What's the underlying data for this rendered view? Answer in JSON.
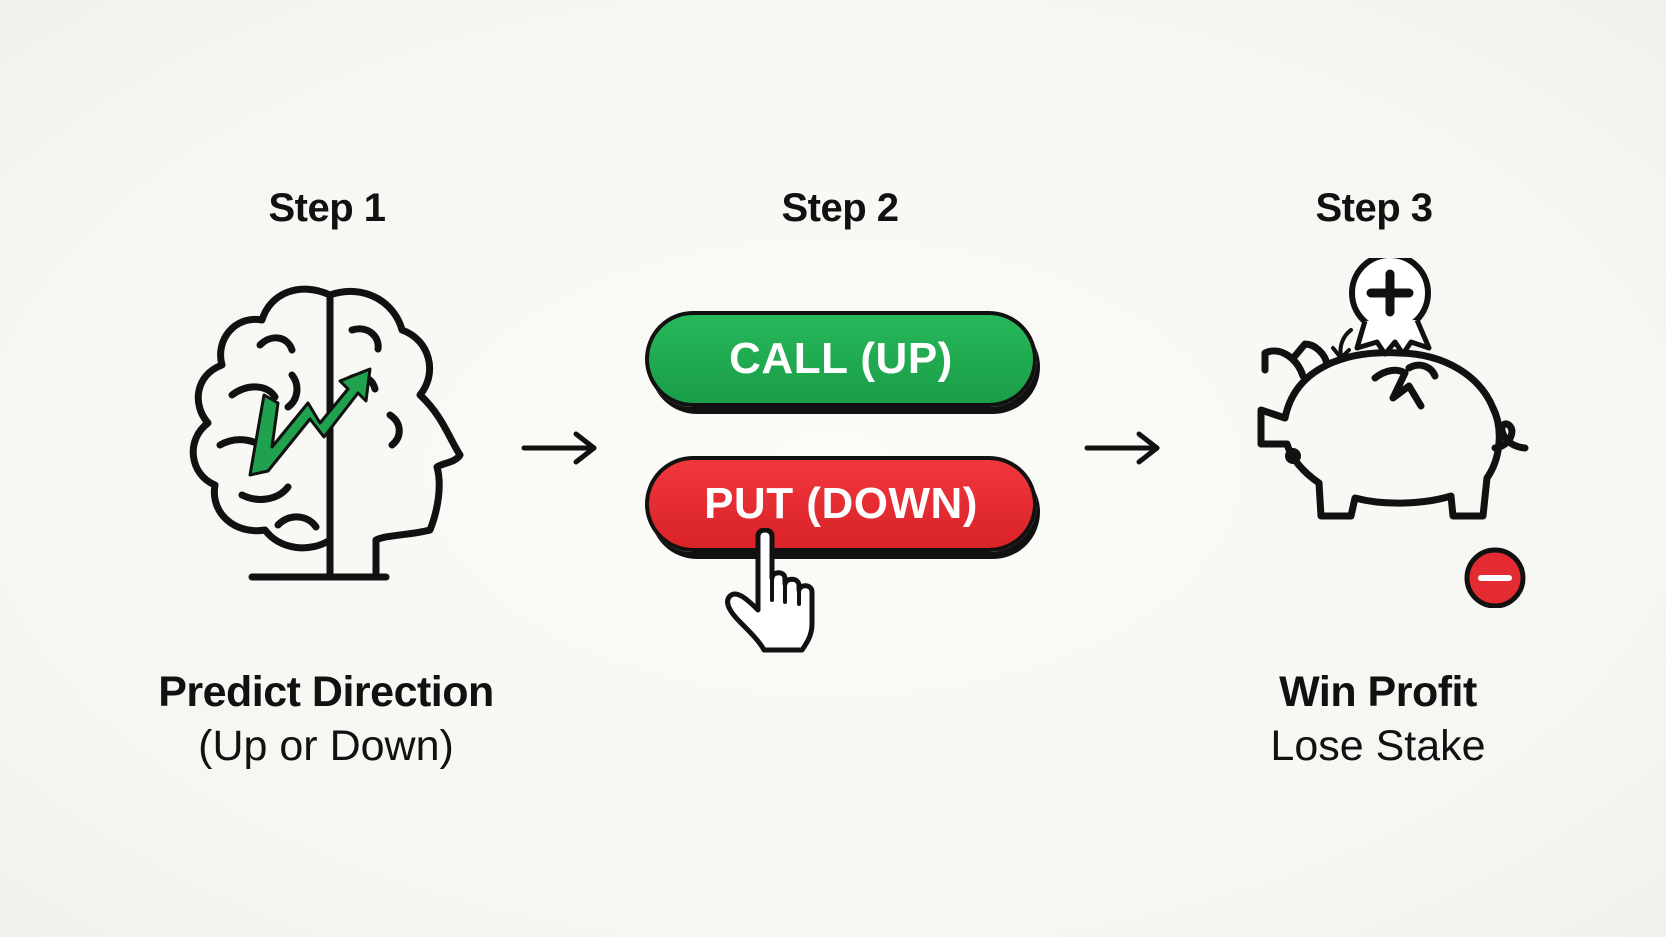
{
  "steps": [
    {
      "title": "Step 1",
      "label_strong": "Predict Direction",
      "label_light": "(Up or Down)"
    },
    {
      "title": "Step 2",
      "buttons": {
        "call": "CALL (UP)",
        "put": "PUT (DOWN)"
      }
    },
    {
      "title": "Step 3",
      "label_strong": "Win Profit",
      "label_light": "Lose Stake"
    }
  ],
  "icons": {
    "step1": "brain-head-with-rising-arrow-icon",
    "step2": "pointing-hand-cursor-icon",
    "step3": "piggy-bank-with-plus-minus-icon"
  },
  "colors": {
    "call_green": "#1ea84f",
    "put_red": "#e42b31",
    "arrow_green": "#1a9a48",
    "minus_red": "#e42b31",
    "ink": "#111111"
  }
}
